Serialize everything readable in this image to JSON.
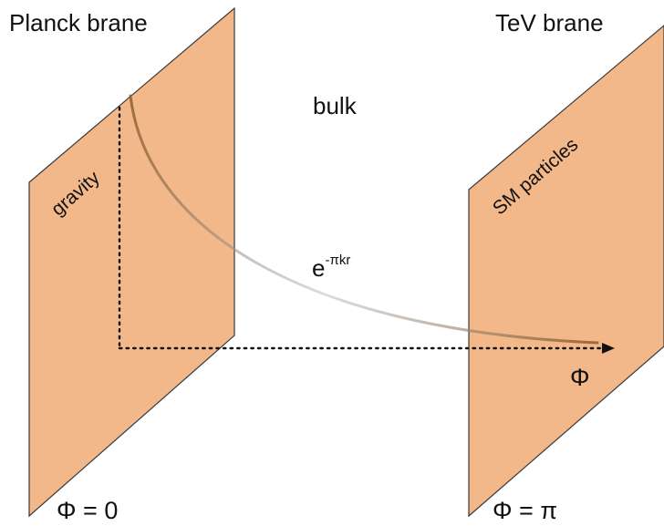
{
  "labels": {
    "planck_brane": "Planck brane",
    "tev_brane": "TeV brane",
    "bulk": "bulk",
    "gravity": "gravity",
    "sm_particles": "SM particles",
    "warp_base": "e",
    "warp_exponent": "-πkr",
    "phi_axis": "Φ",
    "phi_zero": "Φ = 0",
    "phi_pi": "Φ = π"
  },
  "colors": {
    "brane_fill": "#F3B88A",
    "brane_edge": "#3a3a3a",
    "curve": "#9a6a3a",
    "dots": "#111111"
  }
}
